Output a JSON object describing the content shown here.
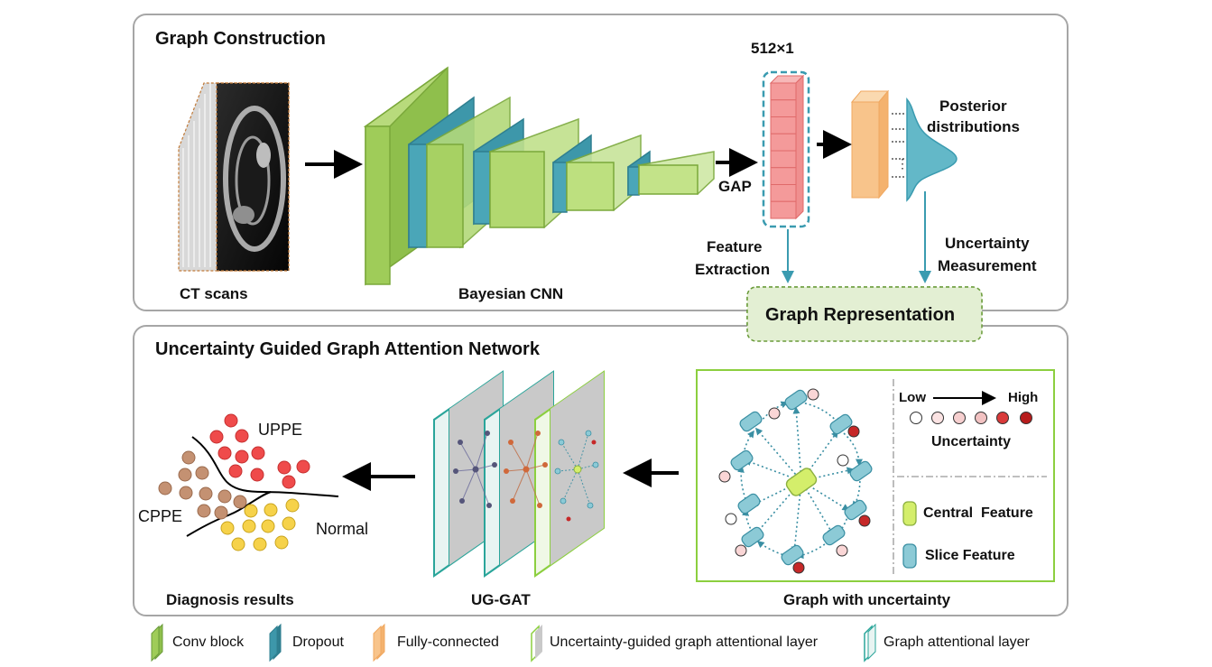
{
  "top_panel": {
    "title": "Graph Construction",
    "ct_label": "CT scans",
    "cnn_label": "Bayesian CNN",
    "feature_dim": "512×1",
    "gap_label": "GAP",
    "posterior_label_1": "Posterior",
    "posterior_label_2": "distributions",
    "feature_extraction_1": "Feature",
    "feature_extraction_2": "Extraction",
    "uncertainty_measurement_1": "Uncertainty",
    "uncertainty_measurement_2": "Measurement"
  },
  "graph_representation": "Graph Representation",
  "bottom_panel": {
    "title": "Uncertainty Guided Graph Attention Network",
    "diagnosis_label": "Diagnosis results",
    "uppe_label": "UPPE",
    "cppe_label": "CPPE",
    "normal_label": "Normal",
    "ugat_label": "UG-GAT",
    "graph_label": "Graph with uncertainty",
    "low_label": "Low",
    "high_label": "High",
    "uncertainty_label": "Uncertainty",
    "central_feature_label": "Central  Feature",
    "slice_feature_label": "Slice Feature"
  },
  "legend": [
    {
      "icon": "green-block-icon",
      "label": "Conv block"
    },
    {
      "icon": "teal-block-icon",
      "label": "Dropout"
    },
    {
      "icon": "orange-block-icon",
      "label": "Fully-connected"
    },
    {
      "icon": "gray-green-block-icon",
      "label": "Uncertainty-guided graph attentional layer"
    },
    {
      "icon": "teal-outline-block-icon",
      "label": "Graph attentional layer"
    }
  ],
  "colors": {
    "conv_green": "#9fcc59",
    "dropout_teal": "#4aa6b8",
    "fc_orange": "#f8c48b",
    "feature_red": "#f49a9a",
    "uppe_red": "#ef4b4b",
    "cppe_brown": "#c49172",
    "normal_yellow": "#f6d24a",
    "panel_border": "#a6a6a6",
    "arrow_teal": "#3a9bb0"
  }
}
